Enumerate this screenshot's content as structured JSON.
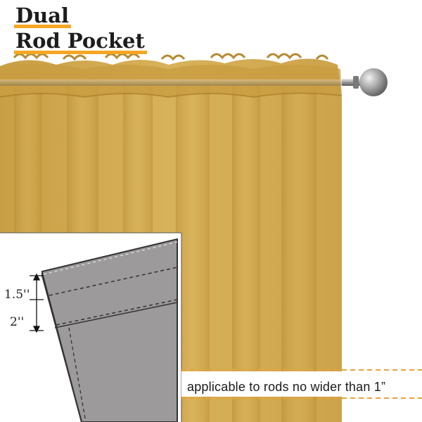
{
  "title": {
    "line1": "Dual",
    "line2": "Rod Pocket"
  },
  "diagram": {
    "top_pocket": "1.5''",
    "bottom_pocket": "2''"
  },
  "note": "applicable to rods no wider than 1”",
  "colors": {
    "curtain": "#d2ab4f",
    "curtain_shade": "#b98e34",
    "highlight": "#f5a623",
    "pocket_gray": "#9c9a9a",
    "dash_accent": "#e8a33a"
  }
}
